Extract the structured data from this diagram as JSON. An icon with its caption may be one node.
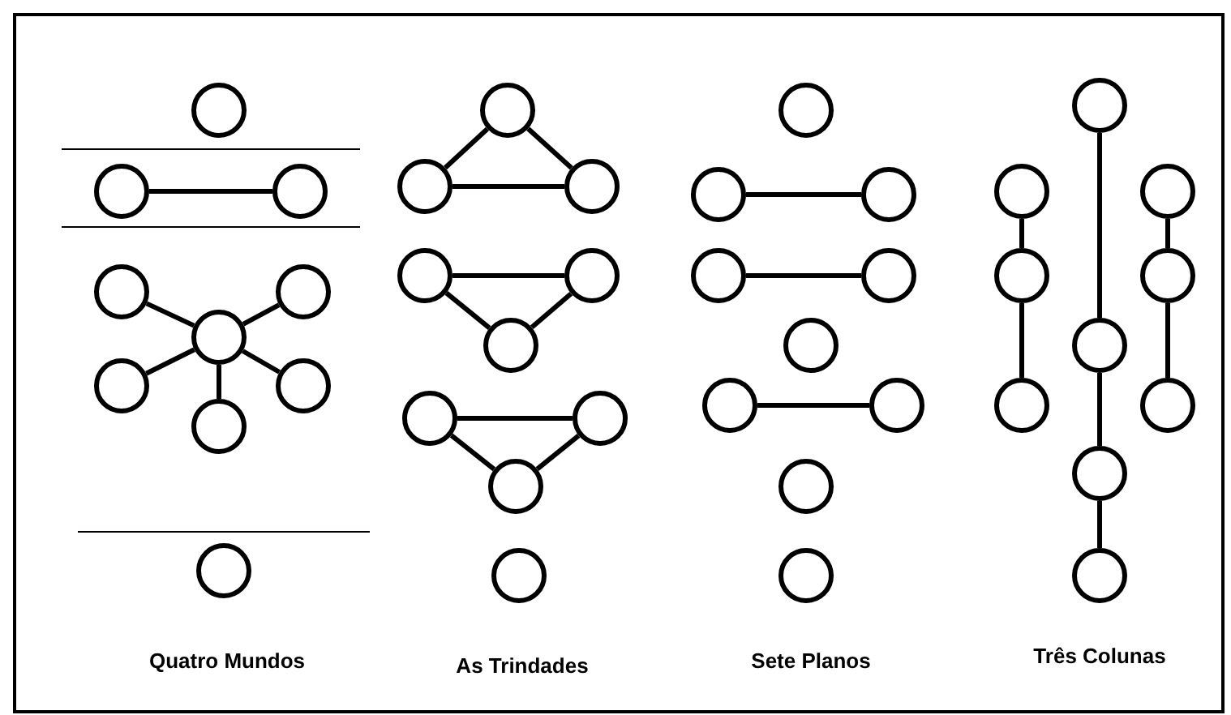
{
  "diagram": {
    "nodes": [
      {
        "text": [],
        "shape": "circle"
      },
      {
        "text": [],
        "shape": "circle"
      },
      {
        "text": [],
        "shape": "circle"
      },
      {
        "text": [],
        "shape": "circle"
      },
      {
        "text": [],
        "shape": "circle"
      },
      {
        "text": [],
        "shape": "circle"
      },
      {
        "text": [],
        "shape": "circle"
      },
      {
        "text": [],
        "shape": "circle"
      },
      {
        "text": [],
        "shape": "circle"
      },
      {
        "text": [],
        "shape": "circle"
      },
      {
        "text": [],
        "shape": "circle"
      },
      {
        "text": [],
        "shape": "circle"
      },
      {
        "text": [],
        "shape": "circle"
      },
      {
        "text": [],
        "shape": "circle"
      },
      {
        "text": [],
        "shape": "circle"
      },
      {
        "text": [],
        "shape": "circle"
      },
      {
        "text": [],
        "shape": "circle"
      },
      {
        "text": [],
        "shape": "circle"
      },
      {
        "text": [],
        "shape": "circle"
      },
      {
        "text": [],
        "shape": "circle"
      },
      {
        "text": [],
        "shape": "circle"
      },
      {
        "text": [],
        "shape": "circle"
      },
      {
        "text": [],
        "shape": "circle"
      },
      {
        "text": [],
        "shape": "circle"
      },
      {
        "text": [],
        "shape": "circle"
      },
      {
        "text": [],
        "shape": "circle"
      },
      {
        "text": [],
        "shape": "circle"
      },
      {
        "text": [],
        "shape": "circle"
      },
      {
        "text": [],
        "shape": "circle"
      },
      {
        "text": [],
        "shape": "circle"
      },
      {
        "text": [],
        "shape": "circle"
      },
      {
        "text": [],
        "shape": "circle"
      },
      {
        "text": [],
        "shape": "circle"
      },
      {
        "text": [],
        "shape": "circle"
      },
      {
        "text": [],
        "shape": "circle"
      },
      {
        "text": [],
        "shape": "circle"
      },
      {
        "text": [],
        "shape": "circle"
      },
      {
        "text": [],
        "shape": "circle"
      },
      {
        "text": [],
        "shape": "circle"
      },
      {
        "text": [],
        "shape": "circle"
      }
    ],
    "edges": [
      {
        "from": 1,
        "to": 2,
        "arrow": "none"
      },
      {
        "from": 3,
        "to": 5,
        "arrow": "none"
      },
      {
        "from": 4,
        "to": 5,
        "arrow": "none"
      },
      {
        "from": 5,
        "to": 6,
        "arrow": "none"
      },
      {
        "from": 5,
        "to": 7,
        "arrow": "none"
      },
      {
        "from": 5,
        "to": 8,
        "arrow": "none"
      },
      {
        "from": 10,
        "to": 11,
        "arrow": "none"
      },
      {
        "from": 10,
        "to": 12,
        "arrow": "none"
      },
      {
        "from": 11,
        "to": 12,
        "arrow": "none"
      },
      {
        "from": 13,
        "to": 14,
        "arrow": "none"
      },
      {
        "from": 13,
        "to": 15,
        "arrow": "none"
      },
      {
        "from": 14,
        "to": 15,
        "arrow": "none"
      },
      {
        "from": 16,
        "to": 17,
        "arrow": "none"
      },
      {
        "from": 16,
        "to": 18,
        "arrow": "none"
      },
      {
        "from": 17,
        "to": 18,
        "arrow": "none"
      },
      {
        "from": 21,
        "to": 22,
        "arrow": "none"
      },
      {
        "from": 23,
        "to": 24,
        "arrow": "none"
      },
      {
        "from": 26,
        "to": 27,
        "arrow": "none"
      },
      {
        "from": 30,
        "to": 35,
        "arrow": "none"
      },
      {
        "from": 35,
        "to": 38,
        "arrow": "none"
      },
      {
        "from": 38,
        "to": 39,
        "arrow": "none"
      },
      {
        "from": 31,
        "to": 33,
        "arrow": "none"
      },
      {
        "from": 33,
        "to": 36,
        "arrow": "none"
      },
      {
        "from": 32,
        "to": 34,
        "arrow": "none"
      },
      {
        "from": 34,
        "to": 37,
        "arrow": "none"
      }
    ],
    "labels": [
      "Quatro Mundos",
      "As Trindades",
      "Sete Planos",
      "Três Colunas"
    ]
  }
}
